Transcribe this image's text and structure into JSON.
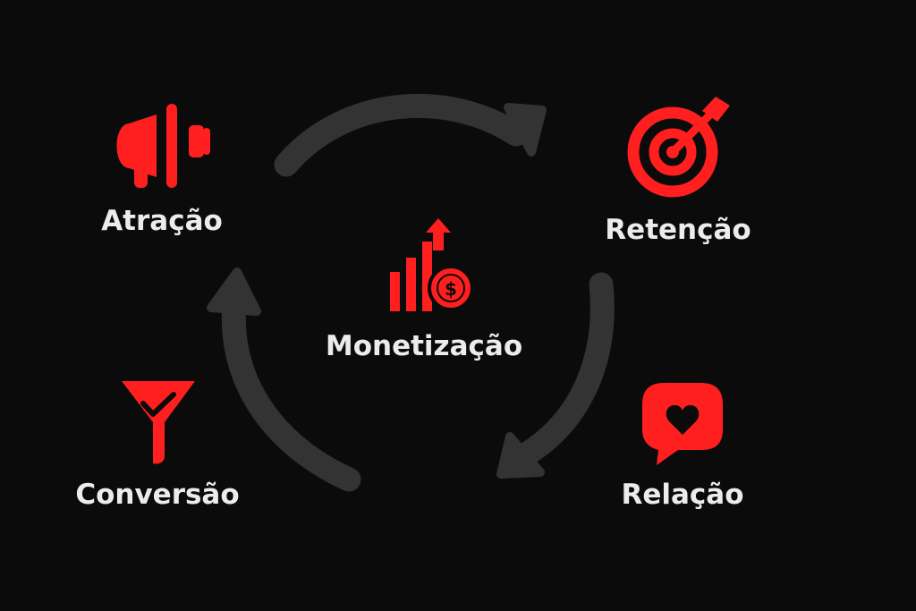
{
  "diagram": {
    "center": {
      "label": "Monetização",
      "icon": "growth-chart-dollar-icon"
    },
    "stages": [
      {
        "label": "Atração",
        "icon": "megaphone-icon"
      },
      {
        "label": "Retenção",
        "icon": "target-arrow-icon"
      },
      {
        "label": "Relação",
        "icon": "heart-chat-icon"
      },
      {
        "label": "Conversão",
        "icon": "funnel-check-icon"
      }
    ],
    "colors": {
      "background": "#0b0b0b",
      "accent": "#ff1f1f",
      "text": "#ececec",
      "arrow": "#333333"
    }
  }
}
